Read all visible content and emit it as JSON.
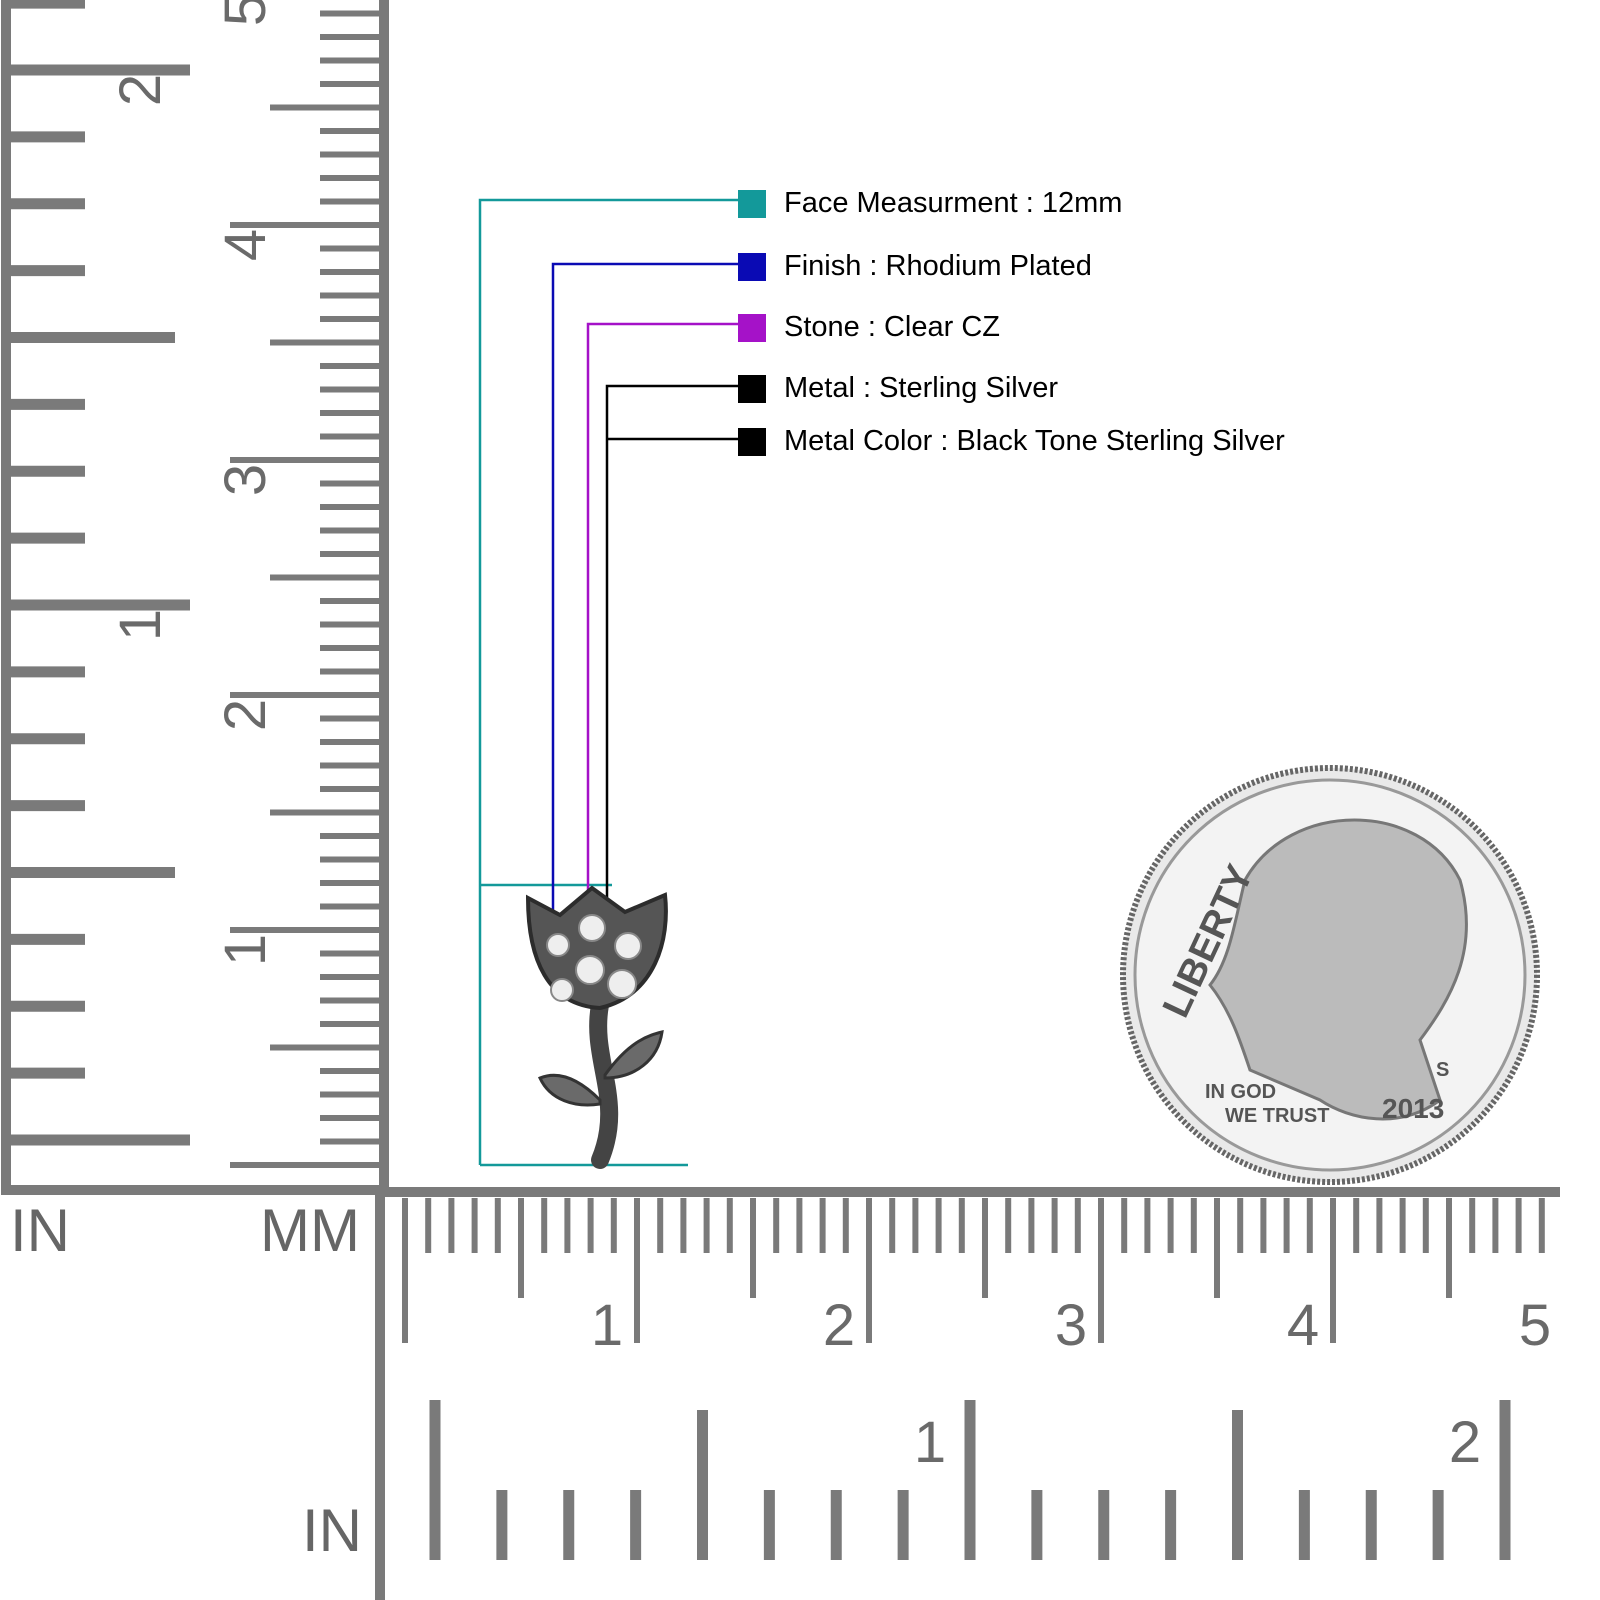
{
  "specs": [
    {
      "label": "Face Measurment : 12mm",
      "color": "#13999a"
    },
    {
      "label": "Finish : Rhodium Plated",
      "color": "#0a0ab4"
    },
    {
      "label": "Stone : Clear CZ",
      "color": "#a512c8"
    },
    {
      "label": "Metal : Sterling Silver",
      "color": "#000000"
    },
    {
      "label": "Metal Color : Black Tone Sterling Silver",
      "color": "#000000"
    }
  ],
  "rulers": {
    "unit_in_left": "IN",
    "unit_mm": "MM",
    "unit_in_bottom": "IN",
    "left_in_labels": [
      "1",
      "2"
    ],
    "left_cm_labels": [
      "1",
      "2",
      "3",
      "4",
      "5"
    ],
    "bottom_cm_labels": [
      "1",
      "2",
      "3",
      "4",
      "5"
    ],
    "bottom_in_labels": [
      "1",
      "2"
    ],
    "ruler_color": "#7a7a7a"
  },
  "coin": {
    "legend": "LIBERTY",
    "motto_1": "IN GOD",
    "motto_2": "WE TRUST",
    "year": "2013",
    "mint": "S"
  }
}
